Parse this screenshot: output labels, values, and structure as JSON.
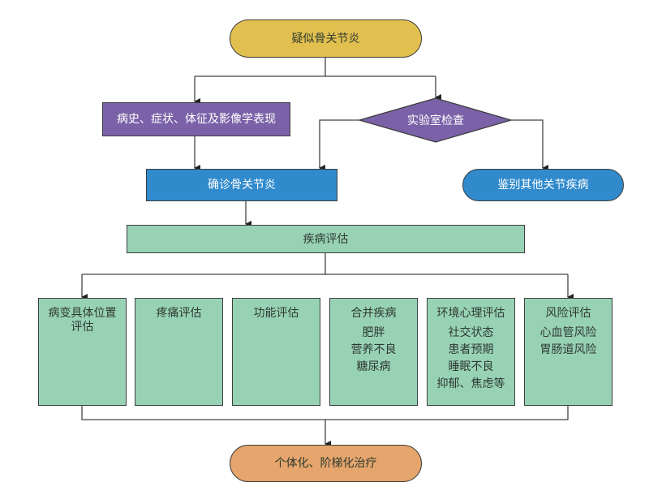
{
  "diagram": {
    "colors": {
      "start": "#E2C04F",
      "purple": "#7B62A8",
      "blue": "#308ACC",
      "green": "#98D2B5",
      "end": "#E5A56C",
      "line": "#333333"
    },
    "nodes": {
      "start": "疑似骨关节炎",
      "history": "病史、症状、体征及影像学表现",
      "lab": "实验室检查",
      "confirm": "确诊骨关节炎",
      "differential": "鉴别其他关节疾病",
      "assessment": "疾病评估",
      "end": "个体化、阶梯化治疗"
    },
    "assessments": [
      {
        "title": "病变具体位置评估",
        "items": []
      },
      {
        "title": "疼痛评估",
        "items": []
      },
      {
        "title": "功能评估",
        "items": []
      },
      {
        "title": "合并疾病",
        "items": [
          "肥胖",
          "营养不良",
          "糖尿病"
        ]
      },
      {
        "title": "环境心理评估",
        "items": [
          "社交状态",
          "患者预期",
          "睡眠不良",
          "抑郁、焦虑等"
        ]
      },
      {
        "title": "风险评估",
        "items": [
          "心血管风险",
          "胃肠道风险"
        ]
      }
    ]
  }
}
